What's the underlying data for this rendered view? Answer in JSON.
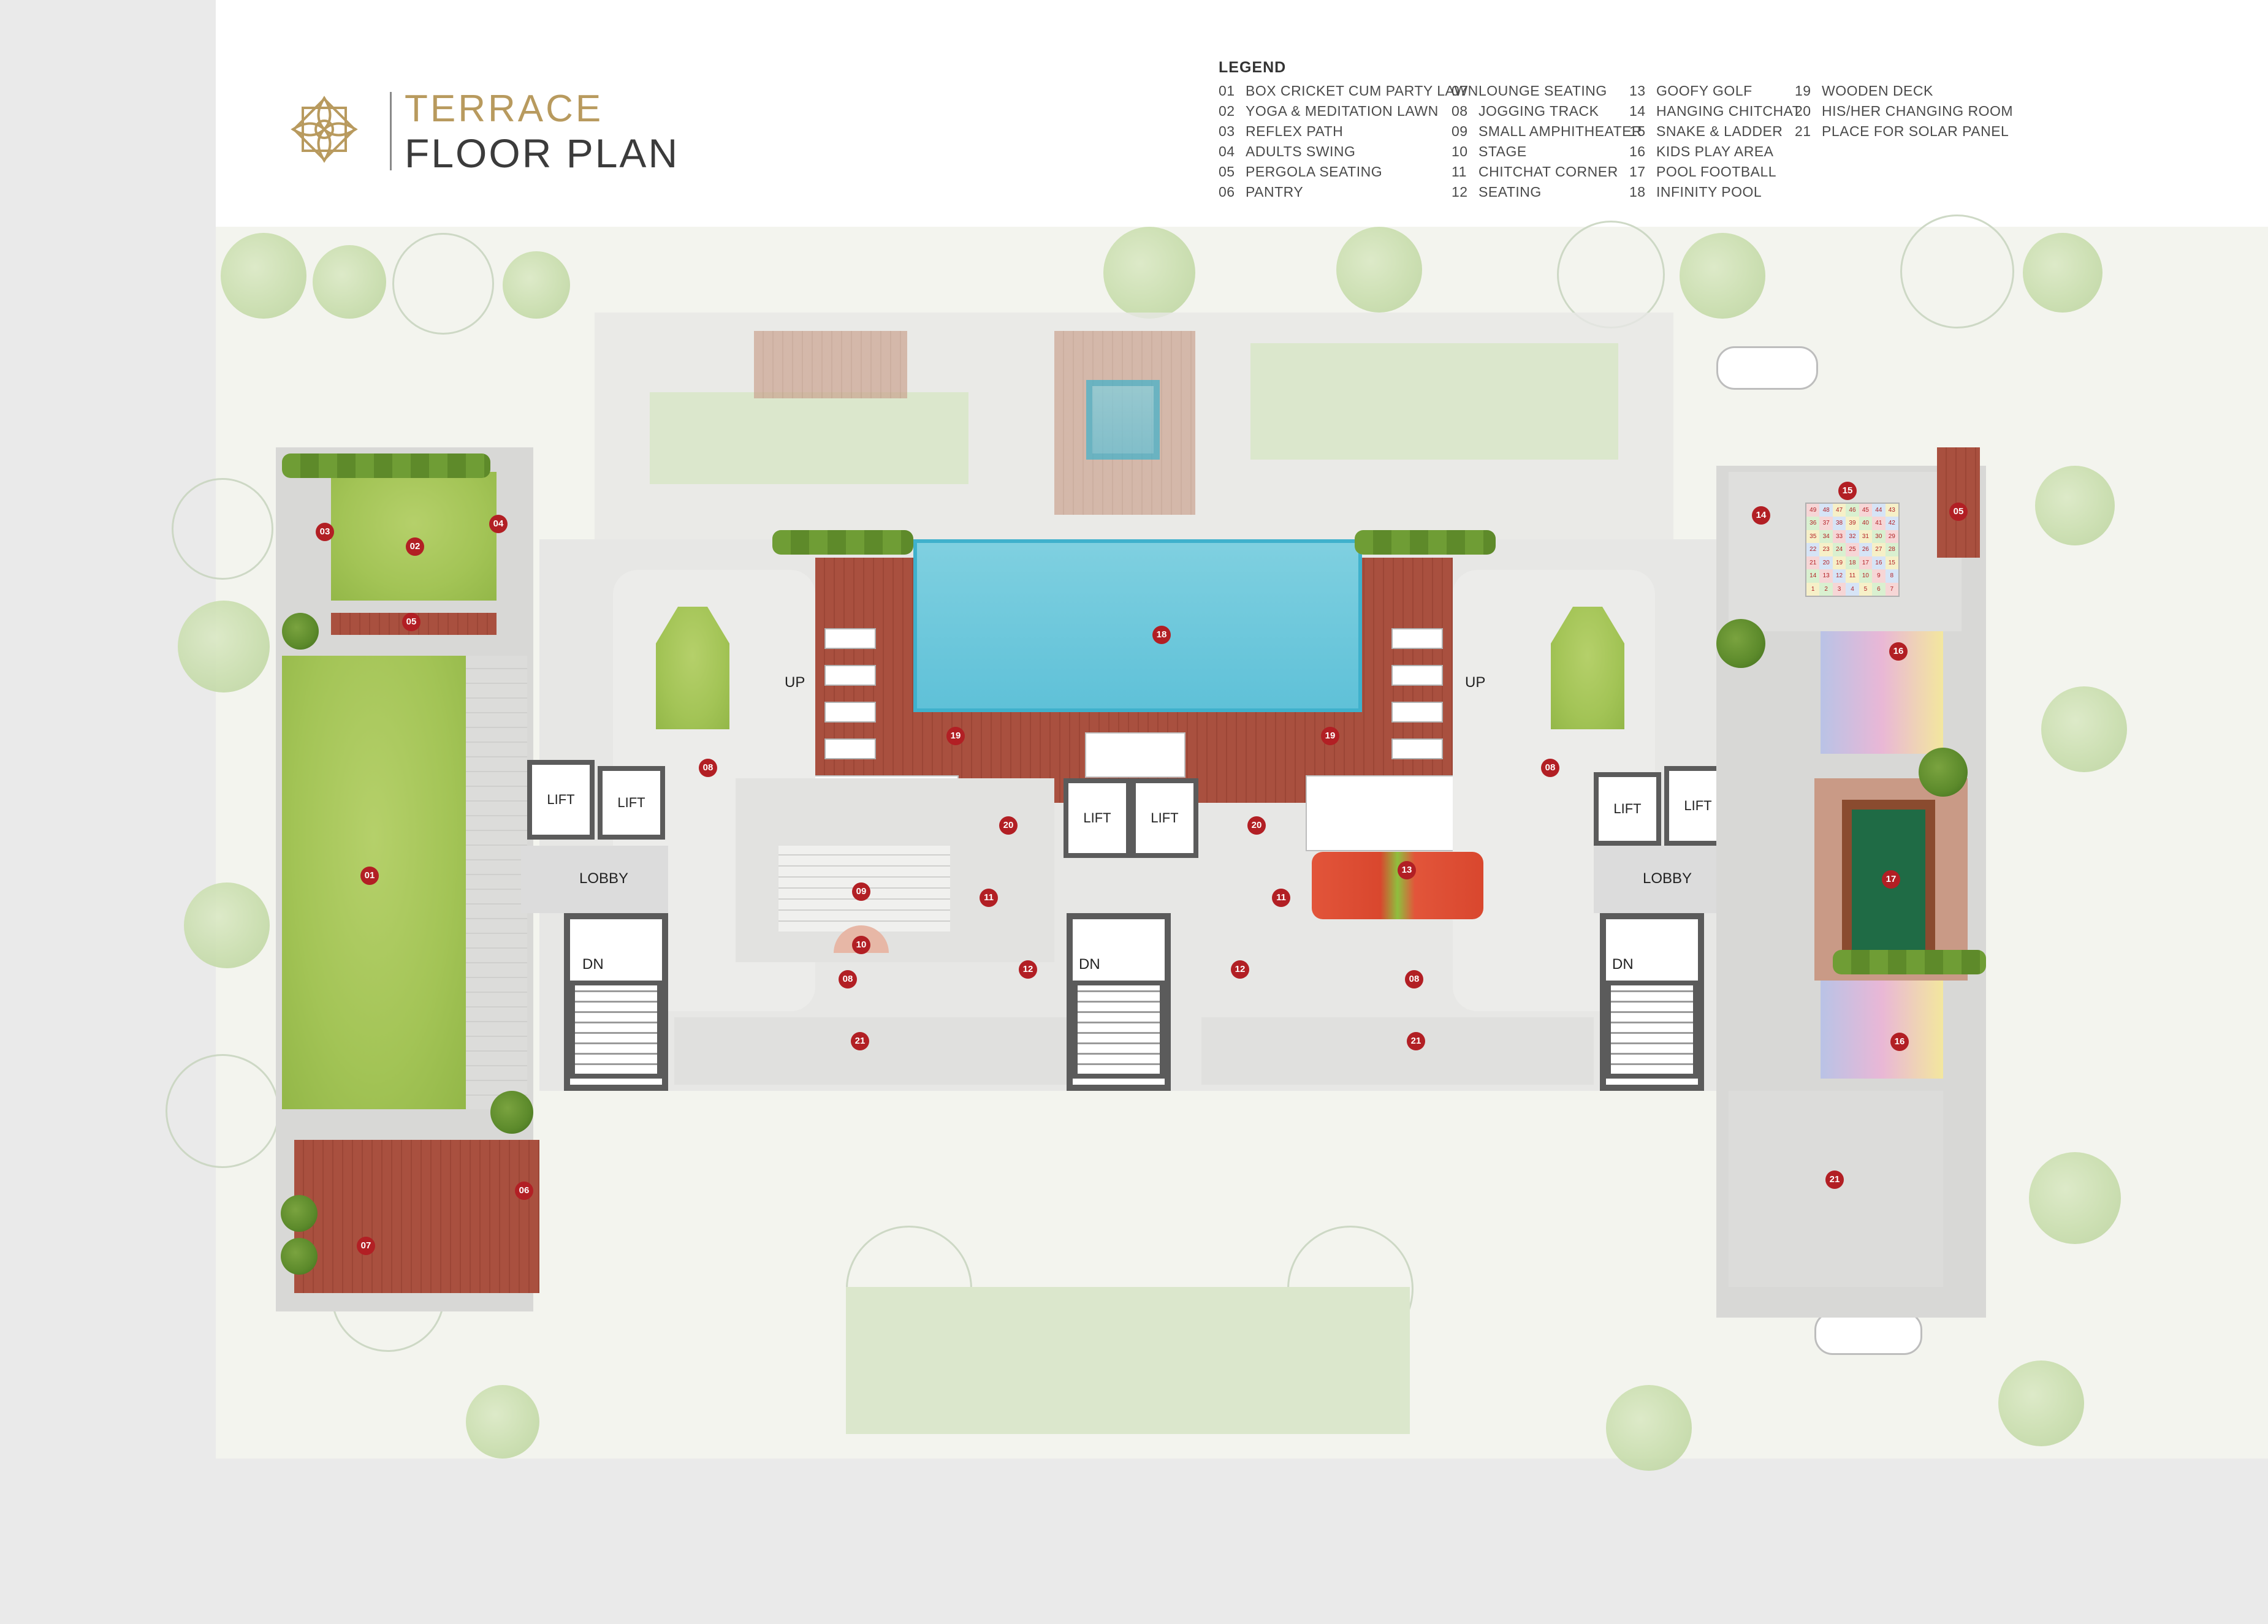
{
  "header": {
    "title_line1": "TERRACE",
    "title_line2": "FLOOR PLAN",
    "logo_icon": "lotus-logo-icon",
    "brand_color": "#b89a5e"
  },
  "legend": {
    "title": "LEGEND",
    "items": [
      {
        "num": "01",
        "label": "BOX CRICKET CUM PARTY LAWN"
      },
      {
        "num": "02",
        "label": "YOGA & MEDITATION LAWN"
      },
      {
        "num": "03",
        "label": "REFLEX PATH"
      },
      {
        "num": "04",
        "label": "ADULTS SWING"
      },
      {
        "num": "05",
        "label": "PERGOLA SEATING"
      },
      {
        "num": "06",
        "label": "PANTRY"
      },
      {
        "num": "07",
        "label": "LOUNGE SEATING"
      },
      {
        "num": "08",
        "label": "JOGGING TRACK"
      },
      {
        "num": "09",
        "label": "SMALL AMPHITHEATER"
      },
      {
        "num": "10",
        "label": "STAGE"
      },
      {
        "num": "11",
        "label": "CHITCHAT CORNER"
      },
      {
        "num": "12",
        "label": "SEATING"
      },
      {
        "num": "13",
        "label": "GOOFY GOLF"
      },
      {
        "num": "14",
        "label": "HANGING CHITCHAT"
      },
      {
        "num": "15",
        "label": "SNAKE & LADDER"
      },
      {
        "num": "16",
        "label": "KIDS PLAY AREA"
      },
      {
        "num": "17",
        "label": "POOL FOOTBALL"
      },
      {
        "num": "18",
        "label": "INFINITY POOL"
      },
      {
        "num": "19",
        "label": "WOODEN DECK"
      },
      {
        "num": "20",
        "label": "HIS/HER CHANGING ROOM"
      },
      {
        "num": "21",
        "label": "PLACE FOR SOLAR PANEL"
      }
    ]
  },
  "plan": {
    "labels": {
      "lift": "LIFT",
      "lobby": "LOBBY",
      "up": "UP",
      "dn": "DN"
    },
    "markers": {
      "m01": "01",
      "m02": "02",
      "m03": "03",
      "m04a": "04",
      "m05a": "05",
      "m05b": "05",
      "m06": "06",
      "m07": "07",
      "m08a": "08",
      "m08b": "08",
      "m08c": "08",
      "m08d": "08",
      "m09": "09",
      "m10": "10",
      "m11a": "11",
      "m11b": "11",
      "m12a": "12",
      "m12b": "12",
      "m13": "13",
      "m14": "14",
      "m15": "15",
      "m16a": "16",
      "m16b": "16",
      "m17": "17",
      "m18": "18",
      "m19a": "19",
      "m19b": "19",
      "m20a": "20",
      "m20b": "20",
      "m21a": "21",
      "m21b": "21",
      "m21c": "21"
    },
    "snake_ladder_numbers": [
      "49",
      "48",
      "47",
      "46",
      "45",
      "44",
      "43",
      "36",
      "37",
      "38",
      "39",
      "40",
      "41",
      "42",
      "35",
      "34",
      "33",
      "32",
      "31",
      "30",
      "29",
      "22",
      "23",
      "24",
      "25",
      "26",
      "27",
      "28",
      "21",
      "20",
      "19",
      "18",
      "17",
      "16",
      "15",
      "14",
      "13",
      "12",
      "11",
      "10",
      "9",
      "8",
      "1",
      "2",
      "3",
      "4",
      "5",
      "6",
      "7"
    ],
    "colors": {
      "marker": "#b21f24",
      "pool": "#5fc1d8",
      "deck": "#a9503f",
      "lawn": "#a3c456",
      "core": "#5b5b5b"
    }
  }
}
